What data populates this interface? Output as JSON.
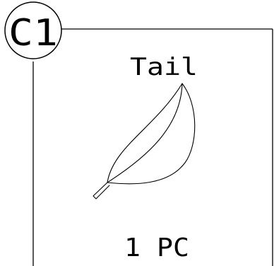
{
  "part": {
    "callout_id": "C1",
    "name": "Tail",
    "quantity": "1 PC"
  },
  "colors": {
    "line": "#000000",
    "background": "#ffffff"
  },
  "icons": {
    "part_drawing": "leaf-icon"
  }
}
